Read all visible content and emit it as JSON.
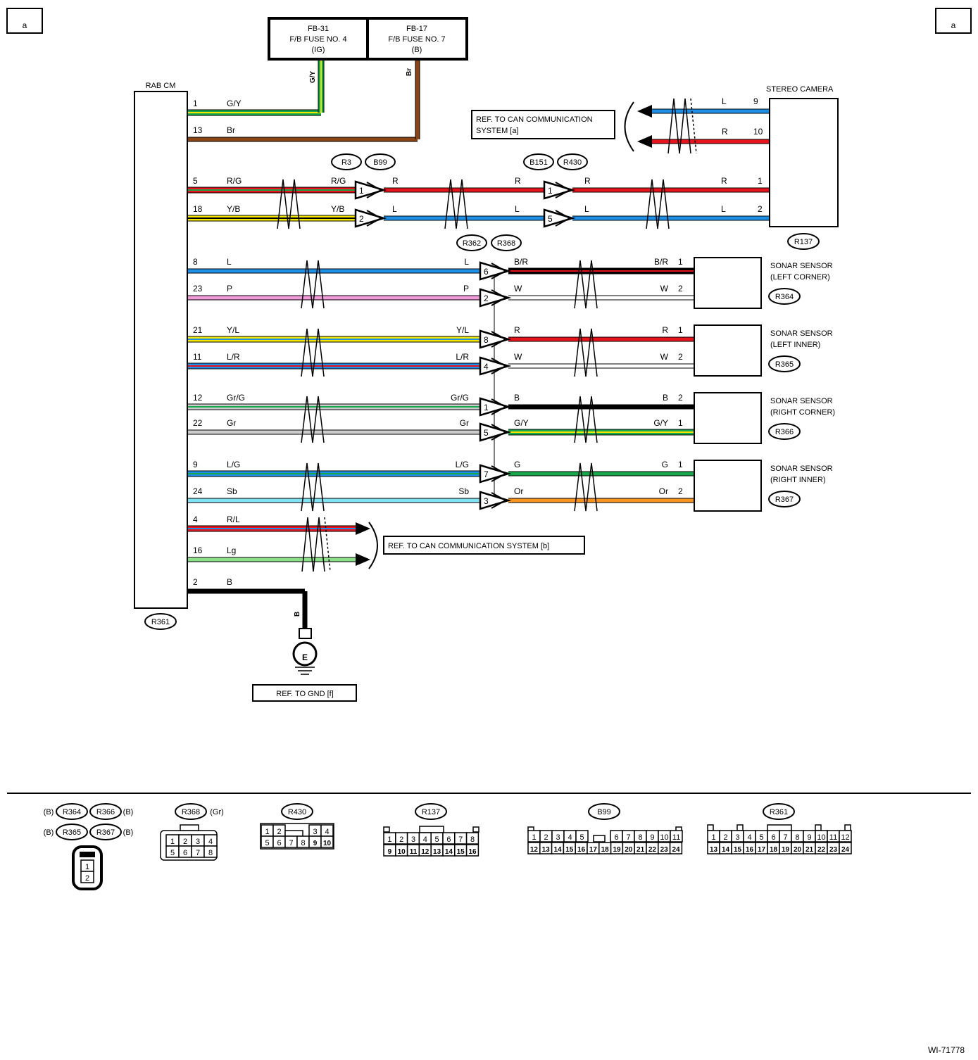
{
  "corner_marks": {
    "left": "a",
    "right": "a"
  },
  "fuses": [
    {
      "id": "FB-31",
      "name": "F/B FUSE NO. 4",
      "supply": "(IG)",
      "wire_color": "G/Y"
    },
    {
      "id": "FB-17",
      "name": "F/B FUSE NO. 7",
      "supply": "(B)",
      "wire_color": "Br"
    }
  ],
  "rabcm": {
    "label": "RAB CM",
    "connector": "R361",
    "pins": [
      {
        "pin": "1",
        "color": "G/Y"
      },
      {
        "pin": "13",
        "color": "Br"
      },
      {
        "pin": "5",
        "color": "R/G"
      },
      {
        "pin": "18",
        "color": "Y/B"
      },
      {
        "pin": "8",
        "color": "L"
      },
      {
        "pin": "23",
        "color": "P"
      },
      {
        "pin": "21",
        "color": "Y/L"
      },
      {
        "pin": "11",
        "color": "L/R"
      },
      {
        "pin": "12",
        "color": "Gr/G"
      },
      {
        "pin": "22",
        "color": "Gr"
      },
      {
        "pin": "9",
        "color": "L/G"
      },
      {
        "pin": "24",
        "color": "Sb"
      },
      {
        "pin": "4",
        "color": "R/L"
      },
      {
        "pin": "16",
        "color": "Lg"
      },
      {
        "pin": "2",
        "color": "B"
      }
    ]
  },
  "camera_run": {
    "connectors_a": [
      "R3",
      "B99"
    ],
    "connectors_b": [
      "B151",
      "R430"
    ],
    "wires": [
      {
        "left_color": "R/G",
        "pin_a": "1",
        "mid_color": "R",
        "pin_b": "1",
        "right_color": "R",
        "term": "1"
      },
      {
        "left_color": "Y/B",
        "pin_a": "2",
        "mid_color": "L",
        "pin_b": "5",
        "right_color": "L",
        "term": "2"
      }
    ]
  },
  "stereo_camera": {
    "label": "STEREO CAMERA",
    "connector": "R137",
    "can_note": "REF. TO CAN COMMUNICATION SYSTEM [a]",
    "can_lines": [
      {
        "color": "L",
        "pin": "9"
      },
      {
        "color": "R",
        "pin": "10"
      }
    ]
  },
  "sonar_run": {
    "connectors": [
      "R362",
      "R368"
    ],
    "sensors": [
      {
        "name": "SONAR SENSOR",
        "position": "(LEFT CORNER)",
        "connector": "R364",
        "wires": [
          {
            "left": "L",
            "pin": "6",
            "right": "B/R",
            "term": "1"
          },
          {
            "left": "P",
            "pin": "2",
            "right": "W",
            "term": "2"
          }
        ]
      },
      {
        "name": "SONAR SENSOR",
        "position": "(LEFT INNER)",
        "connector": "R365",
        "wires": [
          {
            "left": "Y/L",
            "pin": "8",
            "right": "R",
            "term": "1"
          },
          {
            "left": "L/R",
            "pin": "4",
            "right": "W",
            "term": "2"
          }
        ]
      },
      {
        "name": "SONAR SENSOR",
        "position": "(RIGHT CORNER)",
        "connector": "R366",
        "wires": [
          {
            "left": "Gr/G",
            "pin": "1",
            "right": "B",
            "term": "2"
          },
          {
            "left": "Gr",
            "pin": "5",
            "right": "G/Y",
            "term": "1"
          }
        ]
      },
      {
        "name": "SONAR SENSOR",
        "position": "(RIGHT INNER)",
        "connector": "R367",
        "wires": [
          {
            "left": "L/G",
            "pin": "7",
            "right": "G",
            "term": "1"
          },
          {
            "left": "Sb",
            "pin": "3",
            "right": "Or",
            "term": "2"
          }
        ]
      }
    ]
  },
  "can_b_note": "REF. TO CAN COMMUNICATION SYSTEM [b]",
  "ground": {
    "wire_color": "B",
    "symbol": "E",
    "note": "REF. TO GND [f]"
  },
  "connector_views": {
    "sonar_group": {
      "left_tags": [
        "(B)",
        "(B)"
      ],
      "right_tags": [
        "(B)",
        "(B)"
      ],
      "names": [
        "R364",
        "R366",
        "R365",
        "R367"
      ],
      "pins": [
        "1",
        "2"
      ]
    },
    "R368": {
      "tag": "(Gr)",
      "top": [
        "1",
        "2",
        "3",
        "4"
      ],
      "bottom": [
        "5",
        "6",
        "7",
        "8"
      ]
    },
    "R430": {
      "top": [
        "1",
        "2",
        "",
        "3",
        "4"
      ],
      "bottom": [
        "5",
        "6",
        "7",
        "8",
        "9",
        "10"
      ]
    },
    "R137": {
      "top": [
        "1",
        "2",
        "3",
        "4",
        "5",
        "6",
        "7",
        "8"
      ],
      "bottom": [
        "9",
        "10",
        "11",
        "12",
        "13",
        "14",
        "15",
        "16"
      ]
    },
    "B99": {
      "top": [
        "1",
        "2",
        "3",
        "4",
        "5",
        "",
        "6",
        "7",
        "8",
        "9",
        "10",
        "11"
      ],
      "bottom": [
        "12",
        "13",
        "14",
        "15",
        "16",
        "17",
        "18",
        "19",
        "20",
        "21",
        "22",
        "23",
        "24"
      ]
    },
    "R361": {
      "top": [
        "1",
        "2",
        "3",
        "4",
        "5",
        "6",
        "7",
        "8",
        "9",
        "10",
        "11",
        "12"
      ],
      "bottom": [
        "13",
        "14",
        "15",
        "16",
        "17",
        "18",
        "19",
        "20",
        "21",
        "22",
        "23",
        "24"
      ]
    }
  },
  "figure_id": "WI-71778",
  "colors": {
    "G": "#16a84a",
    "Y": "#f3e600",
    "Br": "#8b4513",
    "R": "#e8141b",
    "L": "#1e8fe6",
    "P": "#f29bd9",
    "W": "#ffffff",
    "B": "#000000",
    "Gr": "#cccccc",
    "Sb": "#7fe2f5",
    "Or": "#f7941d",
    "Lg": "#8de08a"
  }
}
